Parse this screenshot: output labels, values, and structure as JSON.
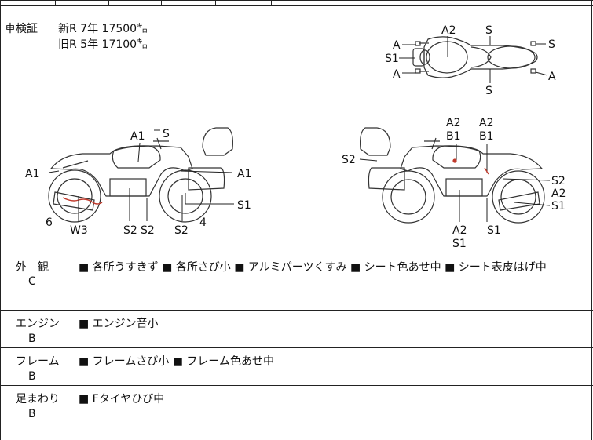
{
  "inspection": {
    "label": "車検証",
    "new_row": "新R  7年  17500㌔",
    "old_row": "旧R  5年  17100㌔"
  },
  "diagram_labels": {
    "top": {
      "a_left1": "A",
      "s1_left": "S1",
      "a_left2": "A",
      "a2_top": "A2",
      "s_top": "S",
      "s_right": "S",
      "a_right": "A",
      "s_bottom": "S"
    },
    "left_bike": {
      "a1_top": "A1",
      "s_top": "S",
      "a1_left": "A1",
      "a1_right": "A1",
      "s1": "S1",
      "six": "6",
      "w3": "W3",
      "s2a": "S2",
      "s2b": "S2",
      "s2c": "S2",
      "four": "4"
    },
    "right_bike": {
      "a2a": "A2",
      "b1a": "B1",
      "a2b": "A2",
      "b1b": "B1",
      "s2_left": "S2",
      "s2_right": "S2",
      "a2_right": "A2",
      "s1_right": "S1",
      "a2_bottom": "A2",
      "s1_bottom": "S1",
      "s1_bottom2": "S1"
    }
  },
  "conditions": [
    {
      "label": "外　観",
      "grade": "C",
      "items": "■ 各所うすきず ■ 各所さび小 ■ アルミパーツくすみ ■ シート色あせ中 ■ シート表皮はげ中"
    },
    {
      "label": "エンジン",
      "grade": "B",
      "items": "■ エンジン音小"
    },
    {
      "label": "フレーム",
      "grade": "B",
      "items": "■ フレームさび小 ■ フレーム色あせ中"
    },
    {
      "label": "足まわり",
      "grade": "B",
      "items": "■ Fタイヤひび中"
    }
  ]
}
